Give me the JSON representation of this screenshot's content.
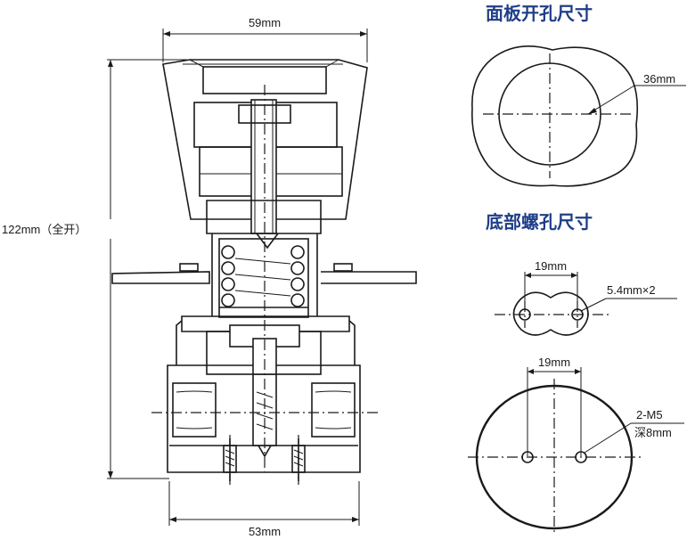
{
  "left_drawing": {
    "top_width": "59mm",
    "height": "122mm（全开）",
    "bottom_width": "53mm"
  },
  "panel_hole": {
    "title": "面板开孔尺寸",
    "diameter": "36mm"
  },
  "bottom_screw_hole": {
    "title": "底部螺孔尺寸",
    "mount_spacing": "19mm",
    "mount_hole": "5.4mm×2",
    "screw_spacing": "19mm",
    "thread_line1": "2-M5",
    "thread_line2": "深8mm"
  },
  "colors": {
    "title": "#1f3e88",
    "line": "#1a1a1a"
  }
}
